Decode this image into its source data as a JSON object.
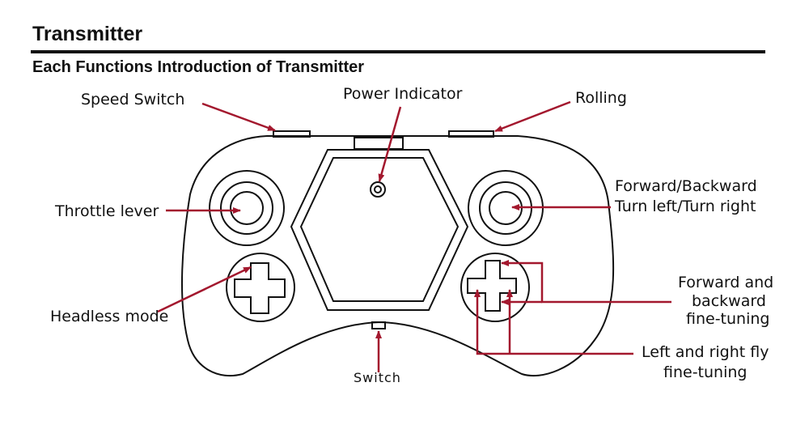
{
  "header": {
    "title": "Transmitter",
    "subtitle": "Each Functions Introduction of Transmitter"
  },
  "labels": {
    "speed_switch": "Speed Switch",
    "power_indicator": "Power Indicator",
    "rolling": "Rolling",
    "throttle_lever": "Throttle lever",
    "forward_backward": "Forward/Backward",
    "turn_left_right": "Turn left/Turn right",
    "headless_mode": "Headless mode",
    "fb_fine_1": "Forward and",
    "fb_fine_2": "backward",
    "fb_fine_3": "fine-tuning",
    "lr_fine_1": "Left and right fly",
    "lr_fine_2": "fine-tuning",
    "switch": "Switch"
  },
  "colors": {
    "arrow": "#a3182e",
    "outline": "#111111"
  }
}
